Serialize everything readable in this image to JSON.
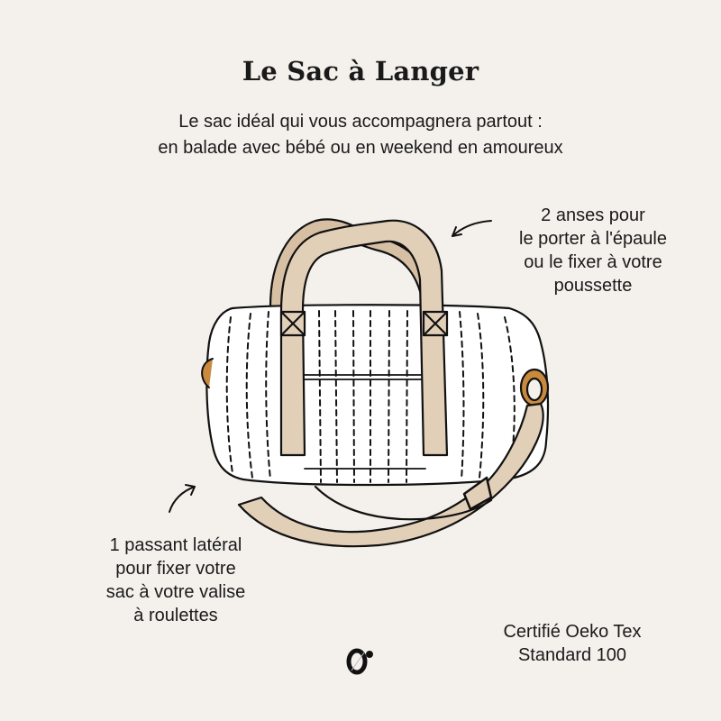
{
  "page": {
    "title": "Le Sac à Langer",
    "subtitle": {
      "line1": "Le sac idéal qui vous accompagnera partout :",
      "line2": "en balade avec bébé ou en weekend en amoureux"
    }
  },
  "annotations": {
    "handles": {
      "lines": [
        "2 anses pour",
        "le porter à l'épaule",
        "ou le fixer à votre",
        "poussette"
      ]
    },
    "side_loop": {
      "lines": [
        "1 passant latéral",
        "pour fixer votre",
        "sac à votre valise",
        "à roulettes"
      ]
    },
    "certification": {
      "lines": [
        "Certifié Oeko Tex",
        "Standard 100"
      ]
    }
  },
  "illustration": {
    "subject": "diaper-bag",
    "colors": {
      "background": "#f4f1ec",
      "bag_body": "#ffffff",
      "strap": "#e2cfb8",
      "strap_dark": "#d7bfa3",
      "ring": "#c98a3e",
      "outline": "#111111"
    }
  },
  "logo": {
    "icon": "brand-monogram-icon"
  }
}
